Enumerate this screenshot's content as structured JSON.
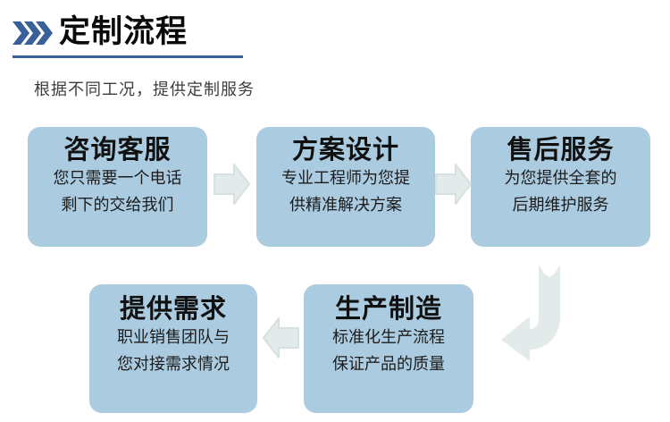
{
  "header": {
    "icon": "triple-chevron-right-icon",
    "title": "定制流程",
    "subtitle": "根据不同工况，提供定制服务",
    "accent_color": "#3a6099",
    "rule_color": "#3a6099"
  },
  "theme": {
    "card_fill": "#abcbe0",
    "arrow_fill": "#e3eaea",
    "arrow_stroke": "#d3dedd",
    "title_text_color": "#111111",
    "body_text_color": "#1c1c1c",
    "background": "#ffffff"
  },
  "flow": {
    "steps": [
      {
        "id": "step-1",
        "title": "咨询客服",
        "lines": [
          "您只需要一个电话",
          "剩下的交给我们"
        ]
      },
      {
        "id": "step-2",
        "title": "方案设计",
        "lines": [
          "专业工程师为您提",
          "供精准解决方案"
        ]
      },
      {
        "id": "step-3",
        "title": "售后服务",
        "lines": [
          "为您提供全套的",
          "后期维护服务"
        ]
      },
      {
        "id": "step-4",
        "title": "提供需求",
        "lines": [
          "职业销售团队与",
          "您对接需求情况"
        ]
      },
      {
        "id": "step-5",
        "title": "生产制造",
        "lines": [
          "标准化生产流程",
          "保证产品的质量"
        ]
      }
    ],
    "connectors": [
      {
        "id": "connector-1",
        "icon": "arrow-right-icon",
        "direction": "right"
      },
      {
        "id": "connector-2",
        "icon": "arrow-right-icon",
        "direction": "right"
      },
      {
        "id": "connector-3",
        "icon": "arrow-left-icon",
        "direction": "left"
      },
      {
        "id": "connector-4",
        "icon": "arrow-u-turn-left-icon",
        "direction": "down-left"
      }
    ]
  }
}
